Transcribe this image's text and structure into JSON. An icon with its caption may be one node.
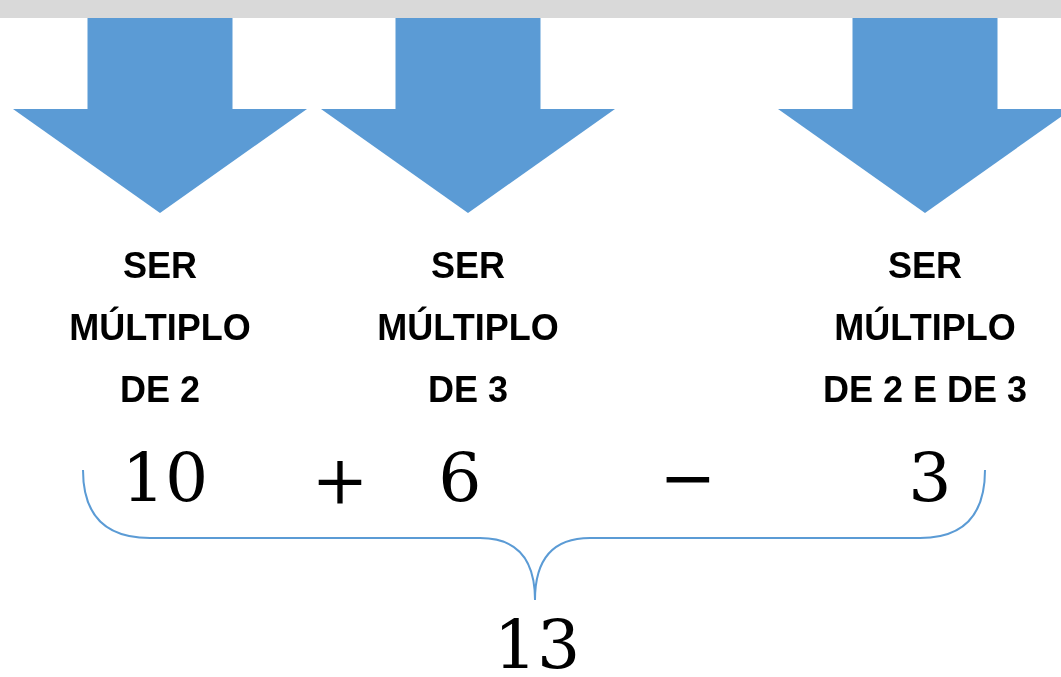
{
  "diagram": {
    "nodes": [
      {
        "text": [],
        "shape": "bar"
      },
      {
        "text": [
          "SER MÚLTIPLO DE 2"
        ]
      },
      {
        "text": [
          "SER MÚLTIPLO DE 3"
        ]
      },
      {
        "text": [
          "SER MÚLTIPLO DE 2 E DE 3"
        ]
      }
    ],
    "edges": [
      {
        "from": 0,
        "to": 1,
        "arrow": "to"
      },
      {
        "from": 0,
        "to": 2,
        "arrow": "to"
      },
      {
        "from": 0,
        "to": 3,
        "arrow": "to"
      }
    ],
    "labels": [
      "10",
      "+",
      "6",
      "−",
      "3",
      "13"
    ]
  }
}
